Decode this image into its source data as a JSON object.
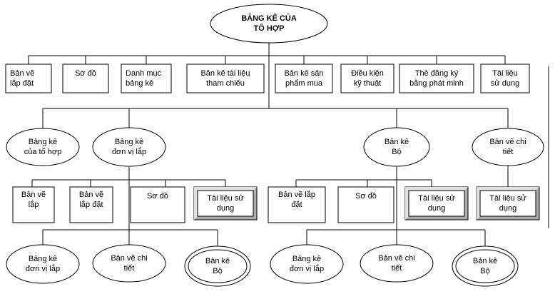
{
  "root": "BẢNG KÊ CỦA\nTỔ HỢP",
  "level1": [
    "Bản vẽ\nlắp đặt",
    "Sơ đồ",
    "Danh mục\nbảng kê",
    "Bản kê tài liệu\ntham chiếu",
    "Bản kê sản\nphẩm mua",
    "Điều kiện\nkỹ thuật",
    "Thẻ đăng ký\nbằng phát minh",
    "Tài liệu\nsử dụng"
  ],
  "level2": [
    "Bảng kê\ncủa tổ hợp",
    "Bảng kê\nđơn vị lắp",
    "Bản kê\nBộ",
    "Bản vẽ chi\ntiết"
  ],
  "level3": [
    "Bản vẽ\nlắp",
    "Bản vẽ\nlắp đặt",
    "Sơ đồ",
    "Tài liệu sử\ndụng",
    "Bản vẽ lắp\nđặt",
    "Sơ đồ",
    "Tài liệu sử\ndụng",
    "Tài liệu sử\ndụng"
  ],
  "level4": [
    "Bảng kê\nđơn vị lắp",
    "Bản vẽ chi\ntiết",
    "Bản kê\nBộ",
    "Bảng kê\nđơn vị lắp",
    "Bản vẽ chi\ntiết",
    "Bản kê\nBộ"
  ]
}
